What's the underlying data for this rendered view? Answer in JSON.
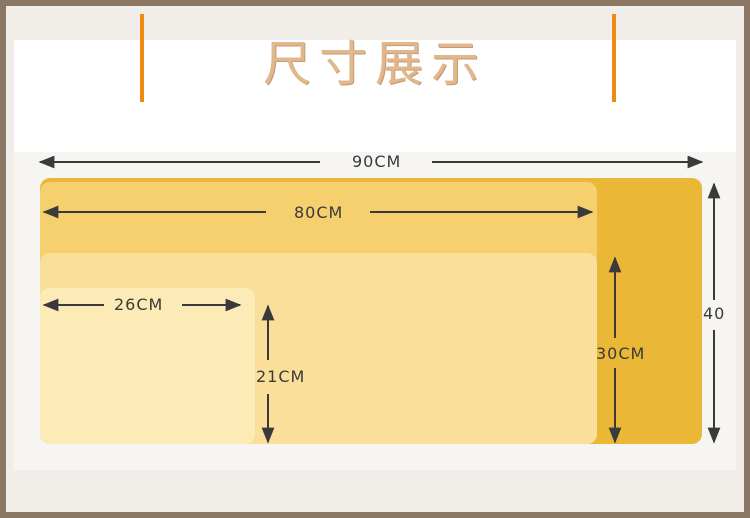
{
  "title": "尺寸展示",
  "dimensions": {
    "width_90": "90CM",
    "width_80": "80CM",
    "width_26": "26CM",
    "height_21": "21CM",
    "height_30": "30CM",
    "height_40": "40"
  },
  "colors": {
    "frame": "#8b7764",
    "accent_bar": "#f08a12",
    "title_text": "#e1b88e",
    "mat_largest": "#eab836",
    "mat_large": "#f6cf6f",
    "mat_medium": "#f9df9a",
    "mat_small": "#fcebb7",
    "arrow": "#3a3a3a"
  }
}
